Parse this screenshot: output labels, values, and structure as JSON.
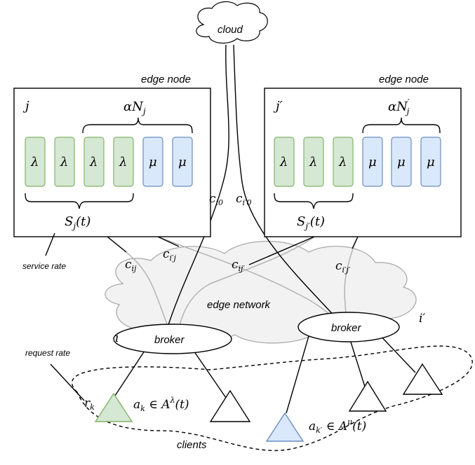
{
  "cloud": {
    "label": "cloud"
  },
  "edge_node_left": {
    "title": "edge node",
    "index": "j",
    "capacity": "αN",
    "capacity_sub": "j",
    "queue_left": [
      "λ",
      "λ",
      "λ",
      "λ"
    ],
    "queue_right": [
      "μ",
      "μ"
    ],
    "service": "S",
    "service_sub": "j",
    "service_arg": "(t)"
  },
  "edge_node_right": {
    "title": "edge node",
    "index": "j′",
    "capacity": "αN",
    "capacity_sub": "j",
    "capacity_sup": "′",
    "queue_left": [
      "λ",
      "λ",
      "λ"
    ],
    "queue_right": [
      "μ",
      "μ",
      "μ"
    ],
    "service": "S",
    "service_sub": "j′",
    "service_arg": "(t)"
  },
  "links": {
    "c_i0": {
      "base": "c",
      "sub": "i0"
    },
    "c_ip0": {
      "base": "c",
      "sub": "i′0"
    },
    "c_ij": {
      "base": "c",
      "sub": "ij"
    },
    "c_ipj": {
      "base": "c",
      "sub": "i′j"
    },
    "c_ijp": {
      "base": "c",
      "sub": "ij′"
    },
    "c_ipjp": {
      "base": "c",
      "sub": "i′j′"
    }
  },
  "edge_network": {
    "label": "edge network"
  },
  "broker_left": {
    "label": "broker",
    "index": "i"
  },
  "broker_right": {
    "label": "broker",
    "index": "i′"
  },
  "annotations": {
    "service_rate": "service rate",
    "request_rate": "request rate",
    "clients": "clients"
  },
  "client_green": {
    "rate": "r",
    "rate_sub": "k",
    "expr_base": "a",
    "expr_sub": "k",
    "expr_rel": " ∈ A",
    "expr_sup": "λ",
    "expr_arg": "(t)"
  },
  "client_blue": {
    "expr_base": "a",
    "expr_sub": "k′",
    "expr_rel": " ∈ A",
    "expr_sup": "μ",
    "expr_arg": "(t)"
  },
  "colors": {
    "green_fill": "#d5e8d4",
    "green_stroke": "#82b366",
    "blue_fill": "#dae8fc",
    "blue_stroke": "#6c8ebf",
    "network_fill": "#f2f2f2"
  }
}
